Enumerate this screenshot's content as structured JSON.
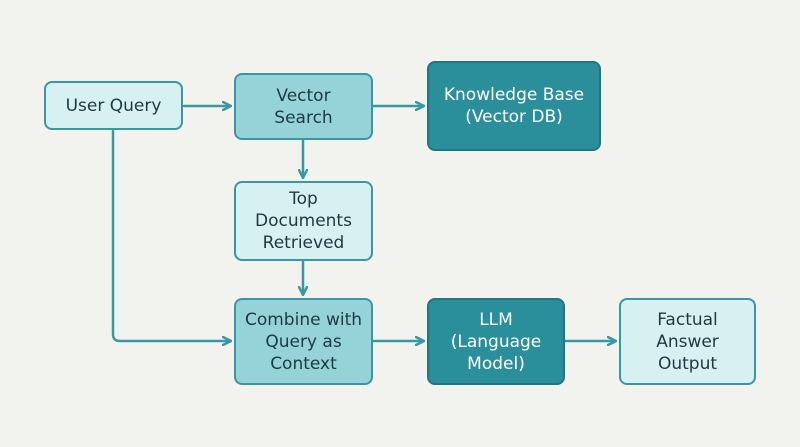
{
  "diagram": {
    "nodes": {
      "user_query": "User Query",
      "vector_search": "Vector\nSearch",
      "knowledge_base": "Knowledge Base\n(Vector DB)",
      "top_documents": "Top\nDocuments\nRetrieved",
      "combine": "Combine with\nQuery as\nContext",
      "llm": "LLM\n(Language\nModel)",
      "answer": "Factual\nAnswer\nOutput"
    },
    "colors": {
      "background": "#f2f3ee",
      "light_fill": "#d7f0f2",
      "mid_fill": "#95d3d9",
      "dark_fill": "#2a8f9a",
      "edge": "#3a97a1"
    }
  }
}
